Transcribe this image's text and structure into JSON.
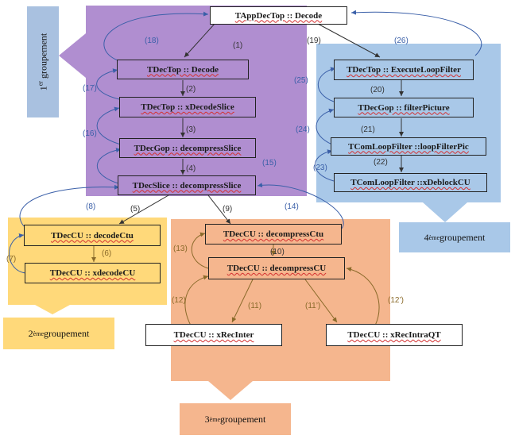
{
  "colors": {
    "group1": "#b08ed0",
    "group2": "#ffd97a",
    "group3": "#f5b68e",
    "group4": "#a9c8e8",
    "label_dark": "#333333",
    "label_blue": "#3a5fa8",
    "label_brown": "#8a6a2a"
  },
  "groups": {
    "g1": {
      "sup": "er",
      "prefix": "1",
      "suffix": " groupement"
    },
    "g2": {
      "sup": "ème",
      "prefix": "2",
      "suffix": " groupement"
    },
    "g3": {
      "sup": "ème",
      "prefix": "3",
      "suffix": " groupement"
    },
    "g4": {
      "sup": "ème",
      "prefix": "4",
      "suffix": " groupement"
    }
  },
  "nodes": {
    "appdectop_decode": "TAppDecTop :: Decode",
    "dectop_decode": "TDecTop :: Decode",
    "dectop_xdecodeslice": "TDecTop :: xDecodeSlice",
    "decgop_decompressslice": "TDecGop :: decompressSlice",
    "decslice_decompressslice": "TDecSlice :: decompressSlice",
    "dectop_executeloopfilter": "TDecTop :: ExecuteLoopFilter",
    "decgop_filterpicture": "TDecGop :: filterPicture",
    "comloopfilter_loopfilterpic": "TComLoopFilter ::loopFilterPic",
    "comloopfilter_xdeblockcu": "TComLoopFilter ::xDeblockCU",
    "deccu_decodectu": "TDecCU :: decodeCtu",
    "deccu_xdecodecu": "TDecCU :: xdecodeCU",
    "deccu_decompressctu": "TDecCU :: decompressCtu",
    "deccu_decompresscu": "TDecCU :: decompressCU",
    "deccu_xrecinter": "TDecCU :: xRecInter",
    "deccu_xrecintraqt": "TDecCU :: xRecIntraQT"
  },
  "edge_labels": {
    "e1": "(1)",
    "e2": "(2)",
    "e3": "(3)",
    "e4": "(4)",
    "e5": "(5)",
    "e6": "(6)",
    "e7": "(7)",
    "e8": "(8)",
    "e9": "(9)",
    "e10": "(10)",
    "e11": "(11)",
    "e11p": "(11’)",
    "e12": "(12)",
    "e12p": "(12’)",
    "e13": "(13)",
    "e14": "(14)",
    "e15": "(15)",
    "e16": "(16)",
    "e17": "(17)",
    "e18": "(18)",
    "e19": "(19)",
    "e20": "(20)",
    "e21": "(21)",
    "e22": "(22)",
    "e23": "(23)",
    "e24": "(24)",
    "e25": "(25)",
    "e26": "(26)"
  }
}
